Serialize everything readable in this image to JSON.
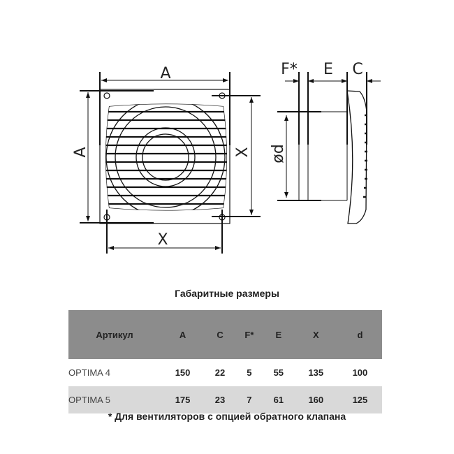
{
  "drawing": {
    "front_labels": {
      "width": "A",
      "height": "A",
      "hole_h": "X",
      "hole_v": "X"
    },
    "side_labels": {
      "f": "F*",
      "e": "E",
      "c": "C",
      "d": "ød"
    }
  },
  "table": {
    "title": "Габаритные размеры",
    "headers": [
      "Артикул",
      "A",
      "C",
      "F*",
      "E",
      "X",
      "d"
    ],
    "rows": [
      [
        "OPTIMA 4",
        "150",
        "22",
        "5",
        "55",
        "135",
        "100"
      ],
      [
        "OPTIMA 5",
        "175",
        "23",
        "7",
        "61",
        "160",
        "125"
      ]
    ],
    "footnote": "* Для вентиляторов с опцией обратного клапана"
  }
}
